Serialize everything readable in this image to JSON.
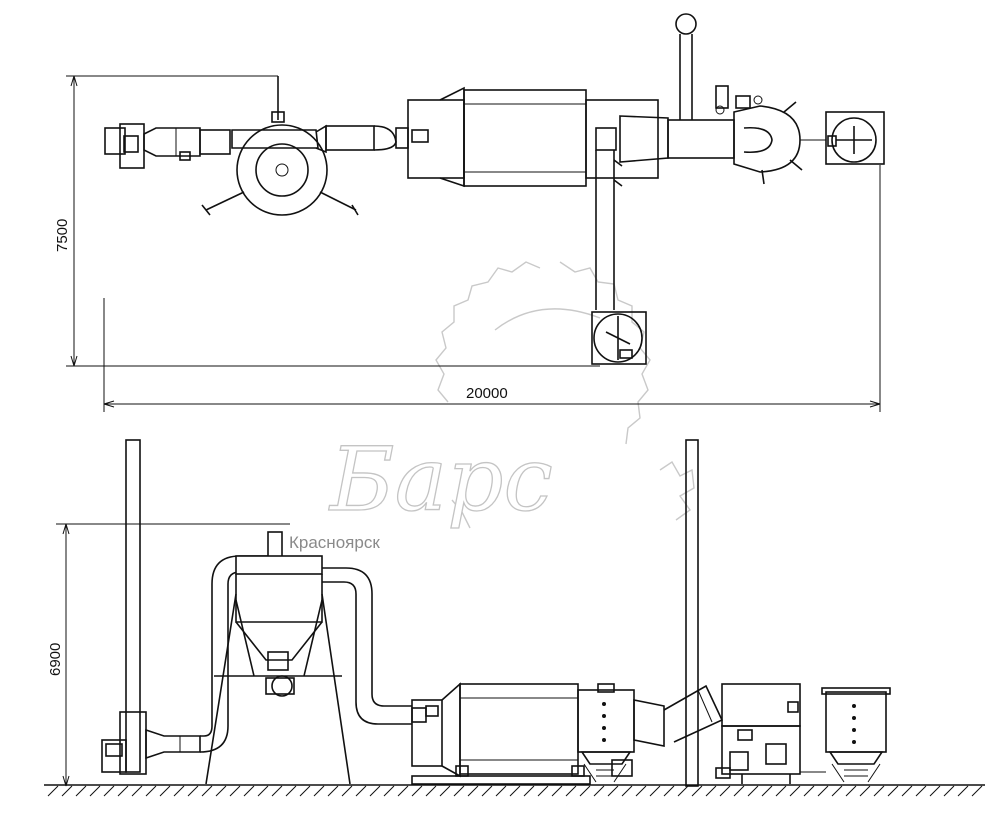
{
  "dimensions": {
    "plan_width": "20000",
    "plan_depth": "7500",
    "elevation_height": "6900"
  },
  "watermark": {
    "brand": "Барс",
    "city": "Красноярск",
    "color": "#c4c4c4"
  },
  "colors": {
    "line": "#111111",
    "background": "#ffffff"
  }
}
